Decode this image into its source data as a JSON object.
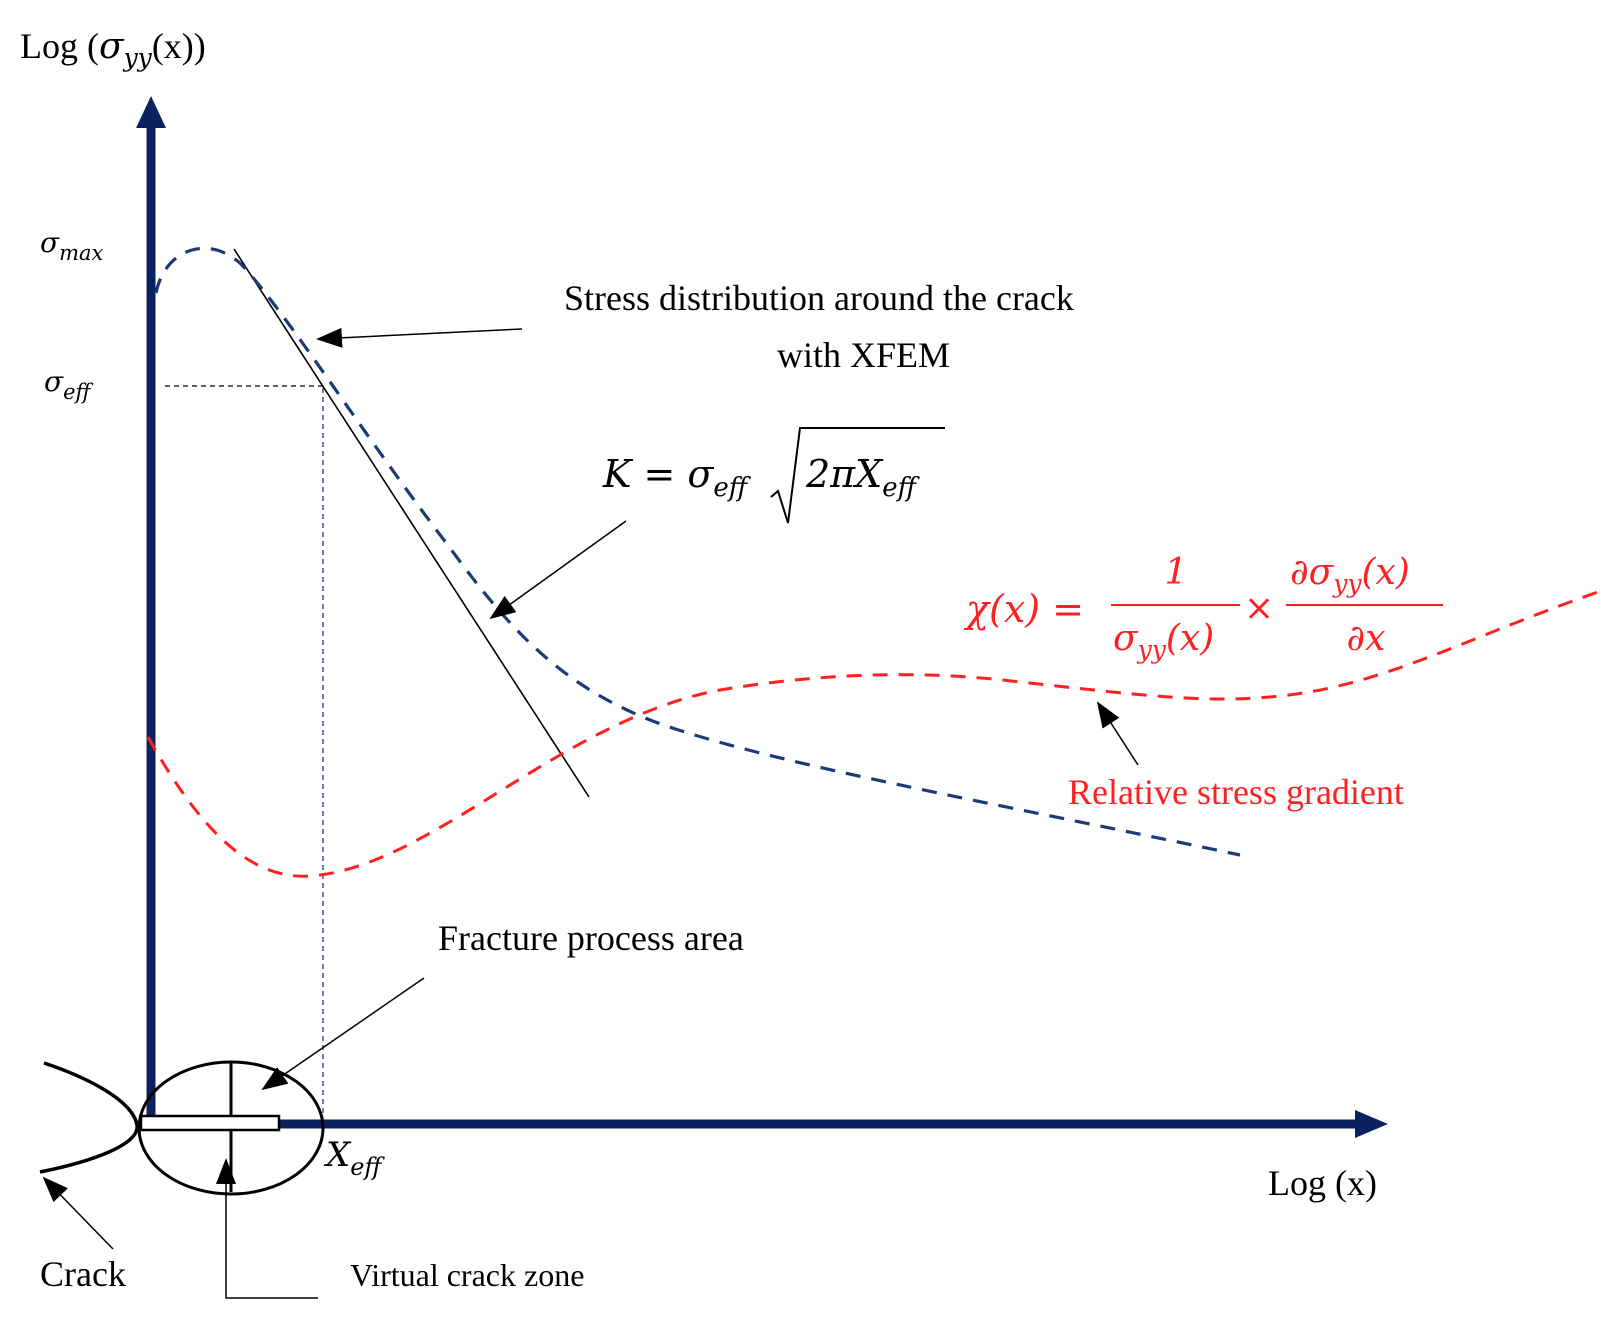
{
  "y_axis": {
    "label_prefix": "Log (",
    "label_sigma": "σ",
    "label_sub": "yy",
    "label_suffix": "(x))"
  },
  "x_axis": {
    "label": "Log (x)"
  },
  "sigma_max": {
    "symbol": "σ",
    "sub": "max"
  },
  "sigma_eff": {
    "symbol": "σ",
    "sub": "eff"
  },
  "x_eff": {
    "symbol": "X",
    "sub": "eff"
  },
  "stress_label": {
    "line1": "Stress distribution around the crack",
    "line2": "with XFEM"
  },
  "k_formula": {
    "lhs": "K = σ",
    "sub1": "eff",
    "root": "2πX",
    "sub2": "eff"
  },
  "chi_formula": {
    "lhs": "χ(x) =",
    "num1": "1",
    "den1_sigma": "σ",
    "den1_sub": "yy",
    "den1_tail": "(x)",
    "times": "×",
    "num2_head": "∂σ",
    "num2_sub": "yy",
    "num2_tail": "(x)",
    "den2": "∂x"
  },
  "gradient_label": "Relative stress gradient",
  "fracture_label": "Fracture process area",
  "crack_label": "Crack",
  "virtual_label": "Virtual crack zone",
  "colors": {
    "axis": "#0b2160",
    "stress_curve": "#1c3a78",
    "gradient": "#ff2020",
    "annotation": "#000000"
  }
}
